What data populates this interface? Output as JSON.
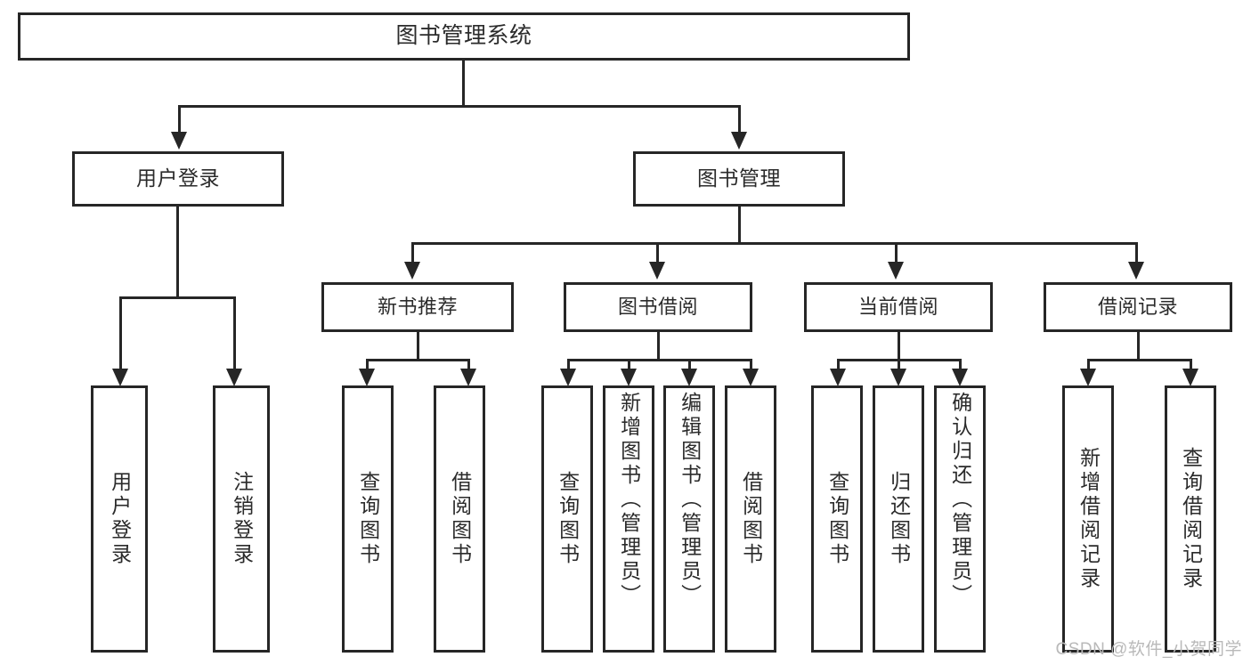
{
  "diagram": {
    "type": "tree-hierarchy",
    "title": "图书管理系统",
    "root": {
      "label": "图书管理系统"
    },
    "level1": [
      {
        "id": "user-login",
        "label": "用户登录"
      },
      {
        "id": "book-management",
        "label": "图书管理"
      }
    ],
    "level2": [
      {
        "id": "new-book-recommend",
        "label": "新书推荐",
        "parent": "book-management"
      },
      {
        "id": "book-borrow",
        "label": "图书借阅",
        "parent": "book-management"
      },
      {
        "id": "current-borrow",
        "label": "当前借阅",
        "parent": "book-management"
      },
      {
        "id": "borrow-record",
        "label": "借阅记录",
        "parent": "book-management"
      }
    ],
    "leaves": [
      {
        "id": "leaf-user-login",
        "label": "用户登录",
        "parent": "user-login"
      },
      {
        "id": "leaf-logout-login",
        "label": "注销登录",
        "parent": "user-login"
      },
      {
        "id": "leaf-query-book-1",
        "label": "查询图书",
        "parent": "new-book-recommend"
      },
      {
        "id": "leaf-borrow-book-1",
        "label": "借阅图书",
        "parent": "new-book-recommend"
      },
      {
        "id": "leaf-query-book-2",
        "label": "查询图书",
        "parent": "book-borrow"
      },
      {
        "id": "leaf-add-book",
        "label": "新增图书（管理员）",
        "parent": "book-borrow"
      },
      {
        "id": "leaf-edit-book",
        "label": "编辑图书（管理员）",
        "parent": "book-borrow"
      },
      {
        "id": "leaf-borrow-book-2",
        "label": "借阅图书",
        "parent": "book-borrow"
      },
      {
        "id": "leaf-query-book-3",
        "label": "查询图书",
        "parent": "current-borrow"
      },
      {
        "id": "leaf-return-book",
        "label": "归还图书",
        "parent": "current-borrow"
      },
      {
        "id": "leaf-confirm-return",
        "label": "确认归还（管理员）",
        "parent": "current-borrow"
      },
      {
        "id": "leaf-add-record",
        "label": "新增借阅记录",
        "parent": "borrow-record"
      },
      {
        "id": "leaf-query-record",
        "label": "查询借阅记录",
        "parent": "borrow-record"
      }
    ],
    "watermark": "CSDN @软件_小贺同学",
    "colors": {
      "stroke": "#262626",
      "text": "#2b2b2b",
      "background": "#ffffff",
      "watermark": "#b9b9b9"
    }
  }
}
